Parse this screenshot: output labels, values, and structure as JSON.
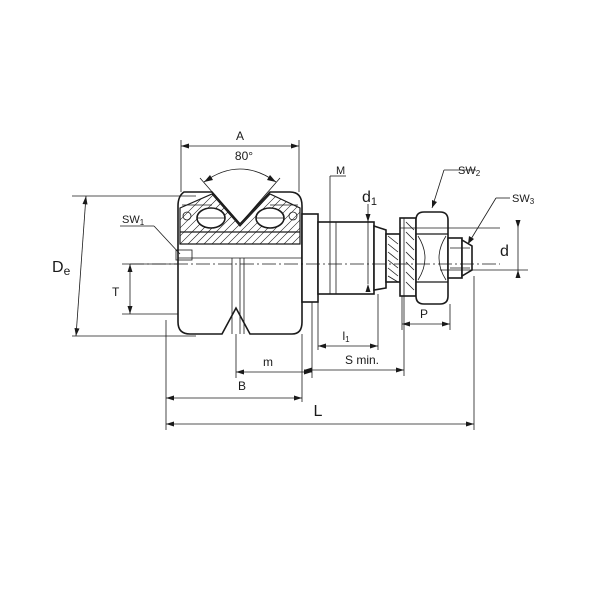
{
  "labels": {
    "A": "A",
    "angle": "80°",
    "M": "M",
    "d1": "d",
    "d1_sub": "1",
    "SW2": "SW",
    "SW2_sub": "2",
    "SW3": "SW",
    "SW3_sub": "3",
    "SW1": "SW",
    "SW1_sub": "1",
    "De": "D",
    "De_sub": "e",
    "T": "T",
    "d": "d",
    "P": "P",
    "l1": "l",
    "l1_sub": "1",
    "m": "m",
    "Smin": "S min.",
    "B": "B",
    "L": "L"
  }
}
